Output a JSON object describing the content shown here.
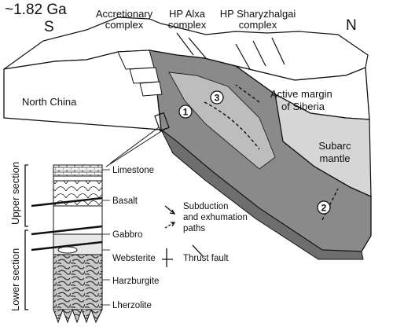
{
  "age": "~1.82 Ga",
  "compass": {
    "south": "S",
    "north": "N"
  },
  "labels": {
    "accretionary_complex": [
      "Accretionary",
      "complex"
    ],
    "hp_alxa_complex": [
      "HP Alxa",
      "complex"
    ],
    "hp_sharyzhalgai_complex": [
      "HP Sharyzhalgai",
      "complex"
    ],
    "north_china": "North China",
    "active_margin": [
      "Active margin",
      "of Siberia"
    ],
    "subarc_mantle": [
      "Subarc",
      "mantle"
    ]
  },
  "markers": [
    "1",
    "2",
    "3"
  ],
  "column": {
    "rocks": [
      "Limestone",
      "Basalt",
      "Gabbro",
      "Websterite",
      "Harzburgite",
      "Lherzolite"
    ],
    "sections": {
      "upper": "Upper section",
      "lower": "Lower section"
    }
  },
  "legend": {
    "subduction": [
      "Subduction",
      "and exhumation",
      "paths"
    ],
    "thrust_fault": "Thrust fault"
  },
  "colors": {
    "slab": "#8a8a8a",
    "slab_dark": "#6e6e6e",
    "mantle_wedge": "#d6d6d6",
    "crust": "#ffffff",
    "outline": "#111111"
  }
}
